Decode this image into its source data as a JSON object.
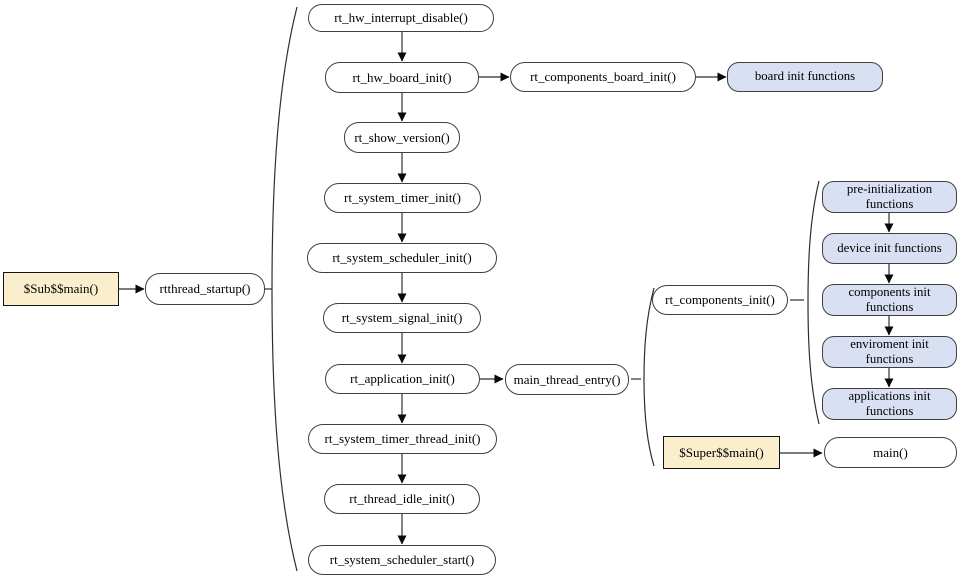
{
  "diagram": {
    "description": "RT-Thread startup flow diagram",
    "colors": {
      "canvas": "#ffffff",
      "function_node_fill": "#ffffff",
      "group_node_fill": "#d9e0f3",
      "entry_node_fill": "#faeecd",
      "node_border": "#3f3f3f",
      "connector": "#4f4f4f",
      "arrowhead": "#0a0a0a"
    },
    "nodes": {
      "sub_main": "$Sub$$main()",
      "rtthread_startup": "rtthread_startup()",
      "rt_hw_interrupt_disable": "rt_hw_interrupt_disable()",
      "rt_hw_board_init": "rt_hw_board_init()",
      "rt_components_board_init": "rt_components_board_init()",
      "board_init_functions": "board init functions",
      "rt_show_version": "rt_show_version()",
      "rt_system_timer_init": "rt_system_timer_init()",
      "rt_system_scheduler_init": "rt_system_scheduler_init()",
      "rt_system_signal_init": "rt_system_signal_init()",
      "rt_application_init": "rt_application_init()",
      "main_thread_entry": "main_thread_entry()",
      "rt_system_timer_thread_init": "rt_system_timer_thread_init()",
      "rt_thread_idle_init": "rt_thread_idle_init()",
      "rt_system_scheduler_start": "rt_system_scheduler_start()",
      "rt_components_init": "rt_components_init()",
      "pre_initialization_functions": "pre-initialization functions",
      "device_init_functions": "device init functions",
      "components_init_functions": "components init functions",
      "enviroment_init_functions": "enviroment init functions",
      "applications_init_functions": "applications init functions",
      "super_main": "$Super$$main()",
      "main": "main()"
    }
  }
}
